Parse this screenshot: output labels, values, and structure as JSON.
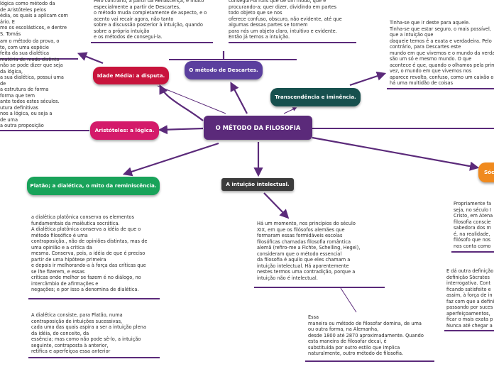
{
  "colors": {
    "line": "#5b2a7a",
    "central": "#5b2a7a",
    "idade_media": "#c8143c",
    "metodo_descartes": "#5b3f9e",
    "transcendencia": "#17504e",
    "aristoteles": "#d41a6a",
    "platao": "#19a35a",
    "intuicao": "#3c3c3c",
    "socrates": "#f08a1e"
  },
  "central": {
    "title": "O MÉTODO DA FILOSOFIA"
  },
  "nodes": {
    "idade_media": "Idade Média: a disputa.",
    "metodo_descartes": "O método de Descartes.",
    "transcendencia": "Transcendência e iminência.",
    "aristoteles": "Aristóteles: a lógica.",
    "platao": "Platão; a dialética, o mito da reminiscência.",
    "intuicao": "A intuição intelectual.",
    "socrates": "Sóc"
  },
  "texts": {
    "idade_media": "lógica como método da\nde Aristóteles pelos\nédia, os quais a aplicam com\nário. E\nmo os escolásticos, e dentre\nS. Tomás",
    "aristoteles": "am o método da prova, o\nto, com uma espécie\nfeita da sua dialética\nmatéria de modo distinto\nnão se pode dizer que seja\nda lógica,\na sua dialética, possui uma\nde\na estrutura de forma\nforma que tem\nante todos estes séculos.\nutura definitivas\nnos a lógica, ou seja a\nde uma\na outra proposição",
    "descartes": "Pelo contrário, a partir da Renascença, é muito\nespecialmente a partir de Descartes,\no método muda completamente de aspecto, e o\nacento vai recair agora, não tanto\nsobre a discussão posterior à intuição, quando\nsobre a própria intuição\ne os métodos de consegui-la.",
    "transcendencia_top": "conseguir-la rulls que de um modo, que é\nprocurando-a; quer dizer, dividindo em partes\ntodo objeto que se nos\noferece confuso, obscuro, não evidente, até que\nalgumas dessas partes se tornem\npara nós um objeto claro, intuitivo e evidente.\nEntão já temos a intuição.",
    "right_top": "Tinha-se que ir deste para aquele.\nTinha-se que estar seguro, o mais possível,\nque a intuição que\ndaqueie temos é a exata e verdadeira. Pelo\ncontrário, para Descartes este\nmundo em que vivemos e o mundo da verdade\nsão um só e mesmo mundo. O que\nacontece é que, quando o olhamos pela primeira\nvez, o mundo em que vivemos nos\naparece revolto, confuso, como um caixão onde\nhá uma multidão de coisas",
    "platao_1": "a dialética platônica conserva os elementos\nfundamentais da maiêutica socrática.\nA dialética platônica conserva a idéia de que o\nmétodo filosófico é uma\ncontraposição., não de opiniões distintas, mas de\numa opinião e a critica da\nmesma. Conserva, pois, a idéia de que é preciso\npartir de uma hipótese primeira\ne depois ir melhorando-a à força das críticas que\nse lhe fizerem, e essas\ncríticas onde melhor se fazem é no diálogo, no\nintercâmbio de afirmações e\nnegações; e por isso a denomina de dialética.",
    "platao_2": "A dialética consiste, para Platão, numa\ncontraposição de intuições sucessivas,\ncada uma das quais aspira a ser a intuição plena\nda idéia, do conceito, da\nessência; mas como não pode sê-lo, a intuição\nseguinte, contraposta à anterior,\nretifica e aperfeiçoa essa anterior",
    "intuicao_1": "Há um momento, nos princípios do século\nXIX, em que os filósofos alemães que\nformaram essas formidáveis escolas\nfilosóficas chamadas filosofia romântica\nalemã (refiro-me a Fichte, Schelling, Hegel),\nconsideram que o método essencial\nda filosofia é aquilo que eles chamam a\nintuição intelectual. Há aparentemente\nnestes termos uma contradição, porque a\nintuição não é intelectual.",
    "intuicao_2": "Essa\nmaneira ou método de filosofar domina, de uma\nou outra forma, na Alemanha,\ndesde 1800 até 2870 aproximadamente. Quando\nesta maneira de filosofar decai, é\nsubstituída por outro estilo que implica\nnaturalmente, outro método de filosofia.",
    "socrates_1": "Propriamente fa\nseja, no século I\nCristo, em Atena\nfilosofia conscie\nsabedora dos m\né, na realidade,\nfilósofo que nos\nnos conta como",
    "socrates_2": "E dá outra definição\ndefinição Sócrates\ninterrogativa. Cont\nficando satisfeito e\nassim, à força de in\nfaz com que a defini\npassando por suces\naperfeiçoamentos,\nficar o mais exata p\nNunca até chegar a"
  }
}
